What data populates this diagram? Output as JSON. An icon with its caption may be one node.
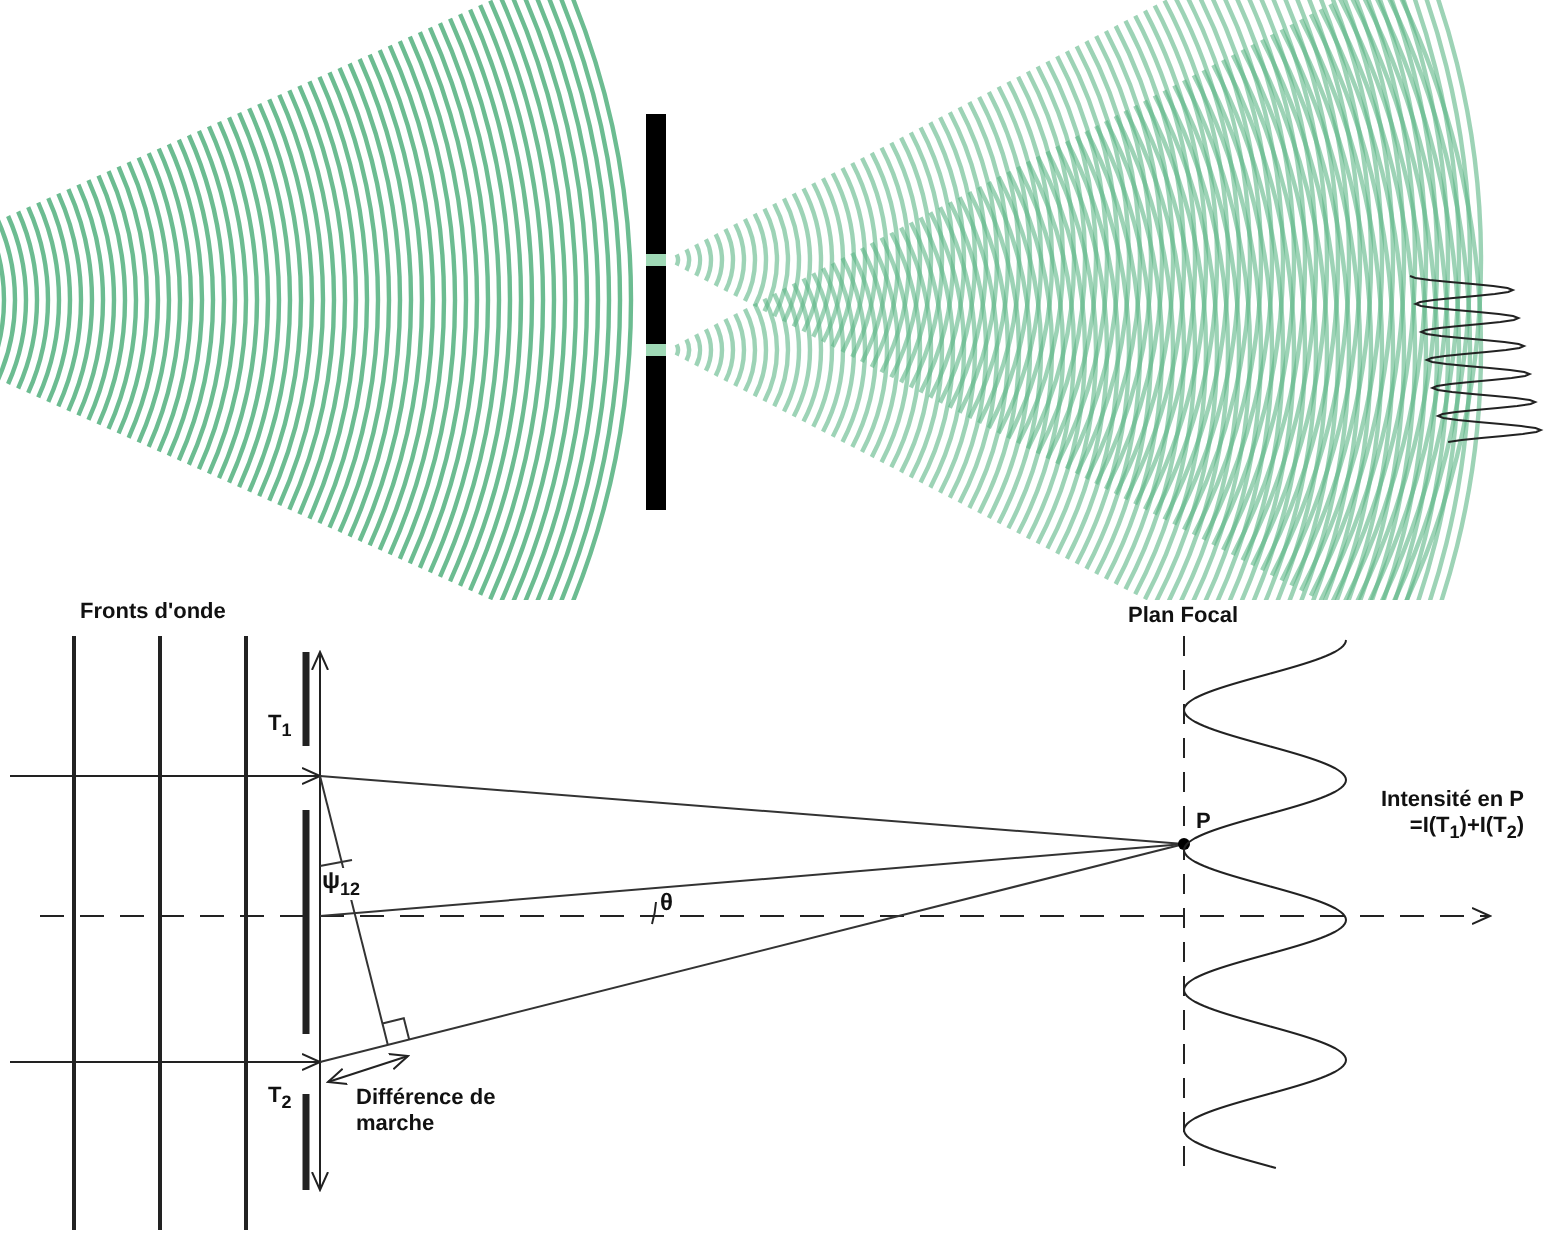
{
  "diagram": {
    "labels": [
      "Fronts d'onde",
      "Plan Focal",
      "T$_{1}$",
      "P",
      "Intensité en P =I(T$_{1}$)+I(T$_{2}$)",
      "ψ$_{12}$",
      "θ",
      "T$_{2}$",
      "Différence de marche"
    ]
  }
}
